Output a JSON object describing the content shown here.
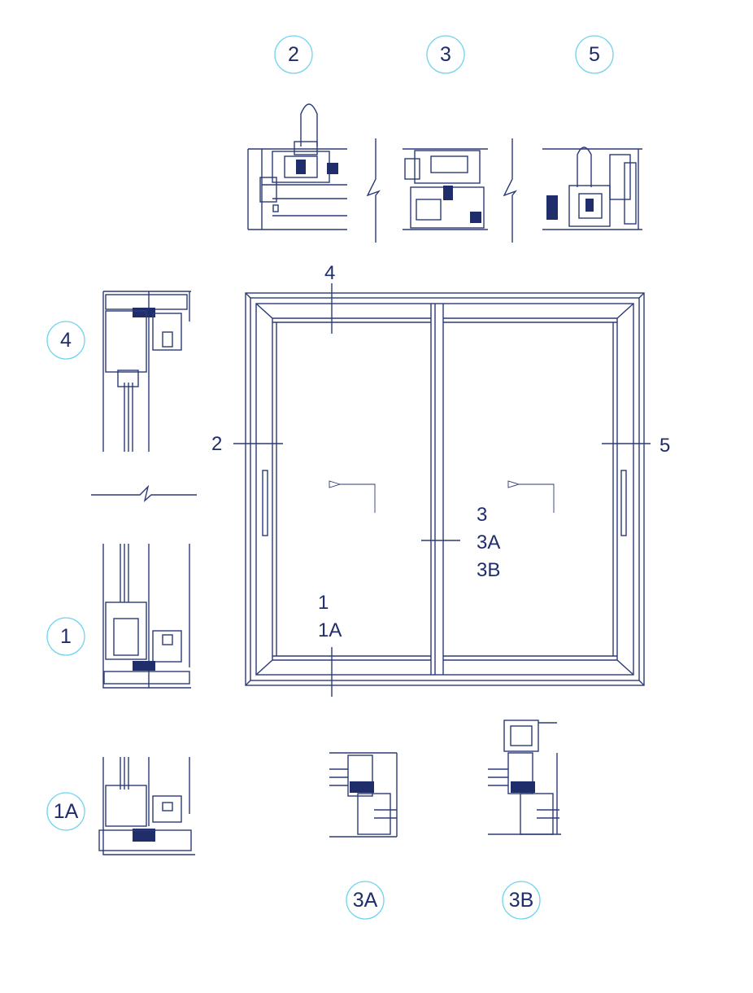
{
  "title": "Sliding window elevation with section details",
  "colors": {
    "line": "#2b3a78",
    "text": "#1f2d6b",
    "callout_circle": "#6fd3ee"
  },
  "callouts": {
    "c2": "2",
    "c3": "3",
    "c5": "5",
    "c4": "4",
    "c1": "1",
    "c1A": "1A",
    "c3A": "3A",
    "c3B": "3B"
  },
  "elevation_labels": {
    "top": "4",
    "left": "2",
    "right": "5",
    "mullion": [
      "3",
      "3A",
      "3B"
    ],
    "bottom": [
      "1",
      "1A"
    ]
  }
}
